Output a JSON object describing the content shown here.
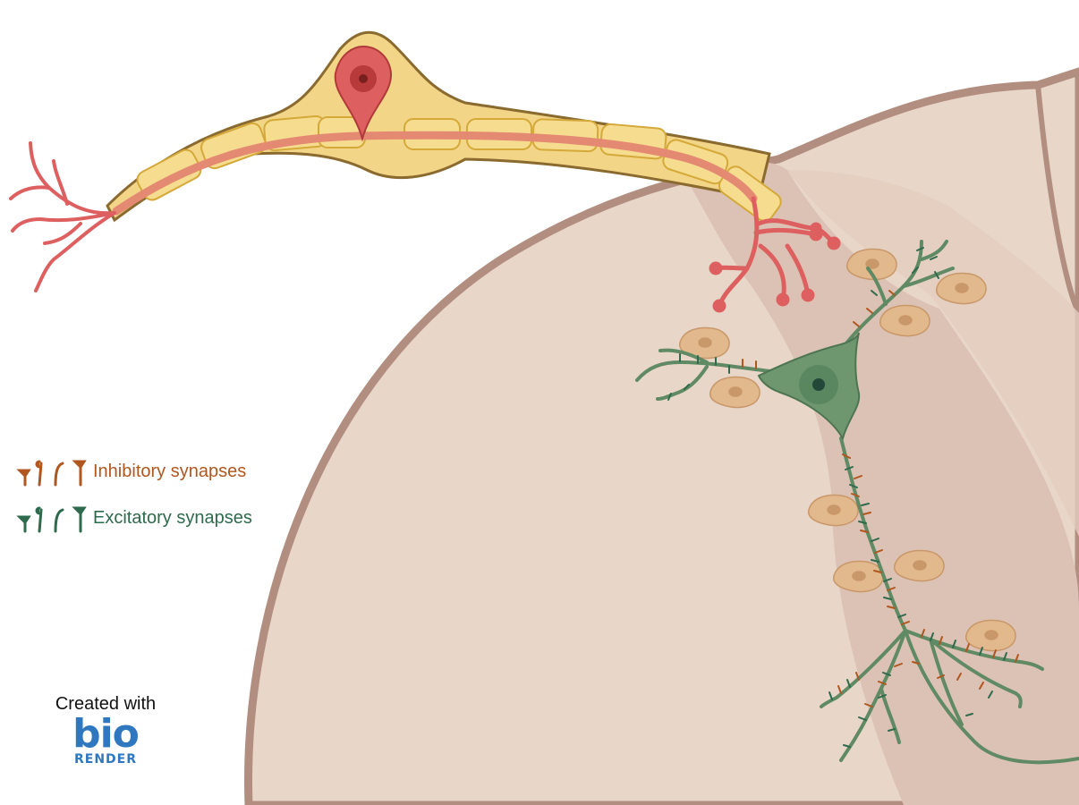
{
  "legend": {
    "inhibitory": "Inhibitory synapses",
    "excitatory": "Excitatory synapses"
  },
  "credit": {
    "created_with": "Created with",
    "brand_word": "bio",
    "brand_sub": "RENDER"
  },
  "colors": {
    "inhibitory": "#b0561f",
    "excitatory": "#2e6a4c",
    "spinal_cord": "#e8d6c8",
    "spinal_cord_border": "#b28e80",
    "gray_matter": "#dcc2b4",
    "myelin": "#f2d587",
    "axon_neuron": "#de5f5f",
    "motor_neuron": "#6e9770",
    "glia": "#e2b98c",
    "brand": "#2f78c0"
  }
}
